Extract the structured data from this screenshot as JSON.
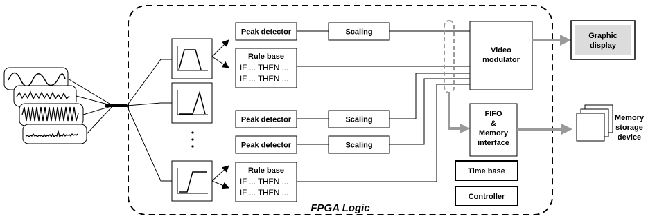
{
  "frame": {
    "title": "FPGA Logic"
  },
  "blocks": {
    "peak_detector_1": "Peak detector",
    "peak_detector_2": "Peak detector",
    "peak_detector_3": "Peak detector",
    "scaling_1": "Scaling",
    "scaling_2": "Scaling",
    "scaling_3": "Scaling",
    "rule_base_1": {
      "title": "Rule base",
      "line1": "IF ... THEN ...",
      "line2": "IF ... THEN ..."
    },
    "rule_base_2": {
      "title": "Rule base",
      "line1": "IF ... THEN ...",
      "line2": "IF ... THEN ..."
    },
    "video_modulator": [
      "Video",
      "modulator"
    ],
    "fifo": [
      "FIFO",
      "&",
      "Memory",
      "interface"
    ],
    "time_base": "Time base",
    "controller": "Controller"
  },
  "outputs": {
    "graphic_display": [
      "Graphic",
      "display"
    ],
    "memory_storage": [
      "Memory",
      "storage",
      "device"
    ]
  },
  "ellipsis": "·\n·\n·",
  "colors": {
    "arrow_gray": "#9a9a9a",
    "display_fill": "#dcdcdc",
    "line": "#000000"
  }
}
